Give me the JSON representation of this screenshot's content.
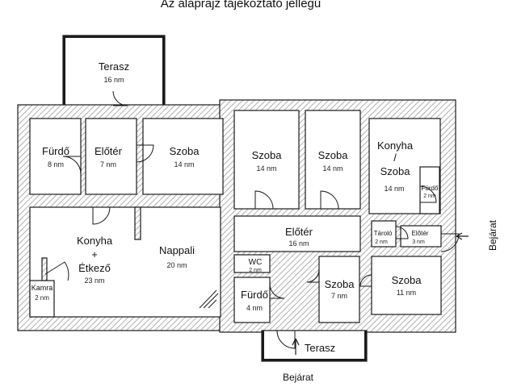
{
  "header": {
    "note": "Az alaprajz tájékoztató jellegű"
  },
  "colors": {
    "wall_hatch": "#9a9a9a",
    "wall_outline": "#1a1a1a",
    "room_fill": "#ffffff"
  },
  "rooms": {
    "terasz_top": {
      "name": "Terasz",
      "area": "16 nm"
    },
    "furdo_1": {
      "name": "Fürdő",
      "area": "8 nm"
    },
    "eloter_1": {
      "name": "Előtér",
      "area": "7 nm"
    },
    "szoba_1": {
      "name": "Szoba",
      "area": "14 nm"
    },
    "szoba_2": {
      "name": "Szoba",
      "area": "14 nm"
    },
    "szoba_3": {
      "name": "Szoba",
      "area": "14 nm"
    },
    "konyha_szoba": {
      "name_l1": "Konyha",
      "name_l2": "/",
      "name_l3": "Szoba",
      "area": "14 nm"
    },
    "furdo_small": {
      "name": "Fürdő",
      "area": "2 nm"
    },
    "konyha_etkezo": {
      "name_l1": "Konyha",
      "name_l2": "+",
      "name_l3": "Étkező",
      "area": "23 nm"
    },
    "nappali": {
      "name": "Nappali",
      "area": "20 nm"
    },
    "kamra": {
      "name": "Kamra",
      "area": "2 nm"
    },
    "eloter_2": {
      "name": "Előtér",
      "area": "16 nm"
    },
    "wc": {
      "name": "WC",
      "area": "2 nm"
    },
    "furdo_2": {
      "name": "Fürdő",
      "area": "4 nm"
    },
    "szoba_4": {
      "name": "Szoba",
      "area": "7 nm"
    },
    "szoba_5": {
      "name": "Szoba",
      "area": "11 nm"
    },
    "tarolo": {
      "name": "Tároló",
      "area": "2 nm"
    },
    "eloter_3": {
      "name": "Előtér",
      "area": "3 nm"
    },
    "terasz_bottom": {
      "name": "Terasz"
    }
  },
  "entrances": {
    "right": "Bejárat",
    "bottom": "Bejárat"
  }
}
